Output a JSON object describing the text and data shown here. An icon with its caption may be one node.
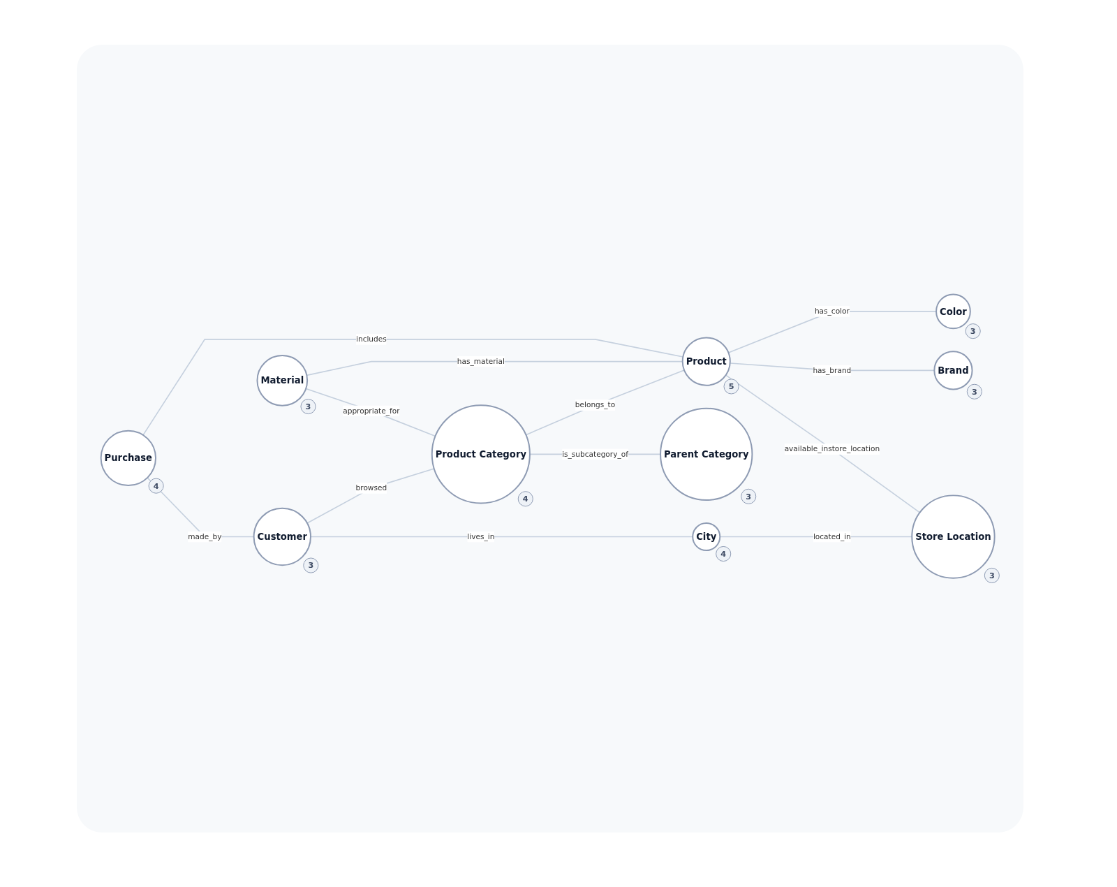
{
  "diagram": {
    "nodes": [
      {
        "text": [
          "Material"
        ],
        "beside": [
          "3"
        ]
      },
      {
        "text": [
          "Purchase"
        ],
        "beside": [
          "4"
        ]
      },
      {
        "text": [
          "Color"
        ],
        "beside": [
          "3"
        ]
      },
      {
        "text": [
          "Customer"
        ],
        "beside": [
          "3"
        ]
      },
      {
        "text": [
          "Product Category"
        ],
        "beside": [
          "4"
        ]
      },
      {
        "text": [
          "Product"
        ],
        "beside": [
          "5"
        ]
      },
      {
        "text": [
          "Brand"
        ],
        "beside": [
          "3"
        ]
      },
      {
        "text": [
          "Parent Category"
        ],
        "beside": [
          "3"
        ]
      },
      {
        "text": [
          "City"
        ],
        "beside": [
          "4"
        ]
      },
      {
        "text": [
          "Store Location"
        ],
        "beside": [
          "3"
        ]
      }
    ],
    "edges": [
      {
        "from": 1,
        "to": 3,
        "arrow": "none",
        "label": "made_by"
      },
      {
        "from": 1,
        "to": 5,
        "arrow": "none",
        "label": "includes"
      },
      {
        "from": 0,
        "to": 4,
        "arrow": "none",
        "label": "appropriate_for"
      },
      {
        "from": 0,
        "to": 5,
        "arrow": "none",
        "label": "has_material"
      },
      {
        "from": 5,
        "to": 2,
        "arrow": "none",
        "label": "has_color"
      },
      {
        "from": 3,
        "to": 4,
        "arrow": "none",
        "label": "browsed"
      },
      {
        "from": 4,
        "to": 5,
        "arrow": "none",
        "label": "belongs_to"
      },
      {
        "from": 5,
        "to": 6,
        "arrow": "none",
        "label": "has_brand"
      },
      {
        "from": 5,
        "to": 9,
        "arrow": "none",
        "label": "available_instore_location"
      },
      {
        "from": 3,
        "to": 8,
        "arrow": "none",
        "label": "lives_in"
      },
      {
        "from": 4,
        "to": 7,
        "arrow": "none",
        "label": "is_subcategory_of"
      },
      {
        "from": 8,
        "to": 9,
        "arrow": "none",
        "label": "located_in"
      }
    ]
  }
}
